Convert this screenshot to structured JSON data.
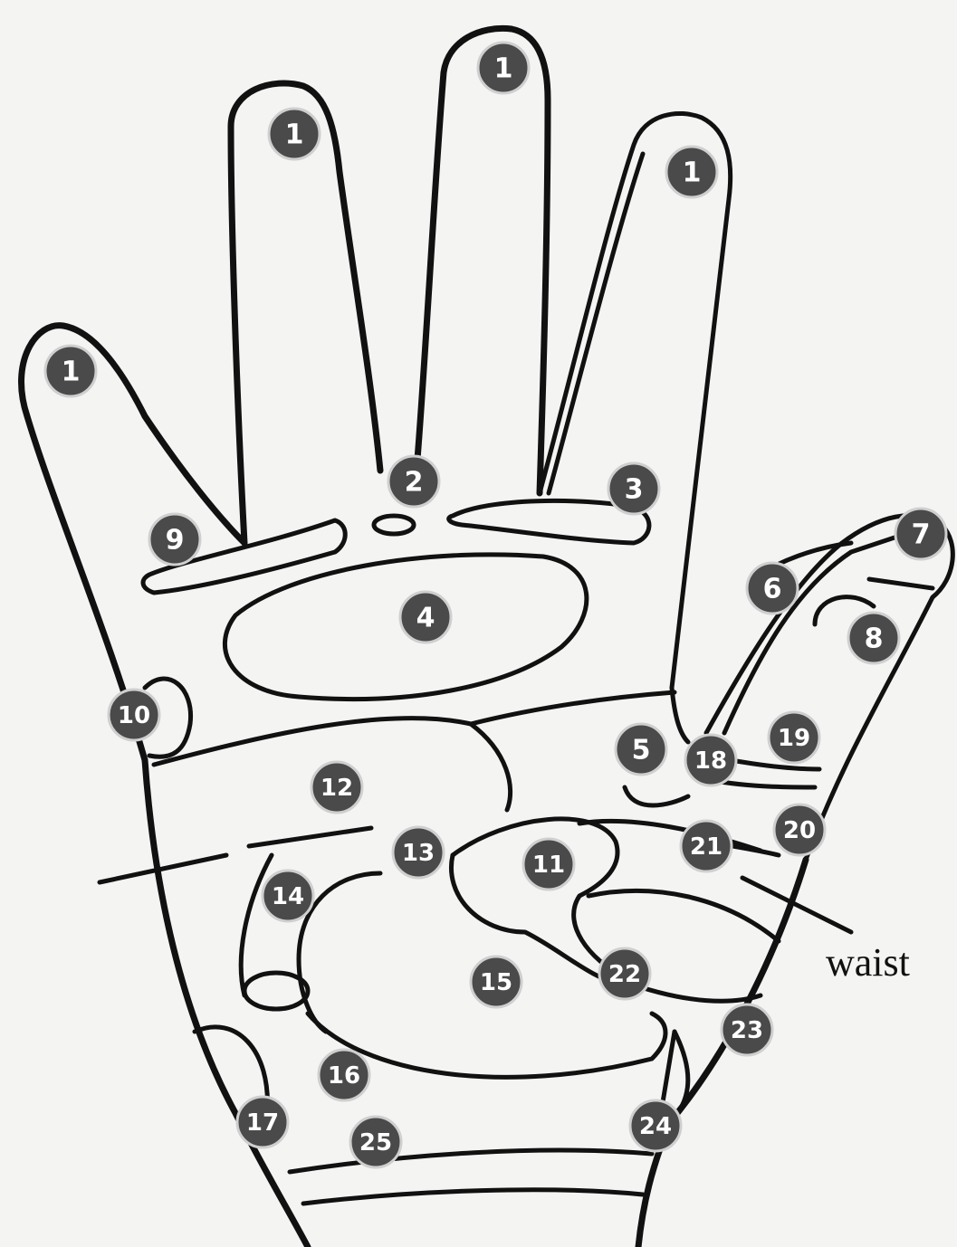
{
  "markers": [
    {
      "id": "index-tip",
      "label": "1"
    },
    {
      "id": "middle-tip",
      "label": "1"
    },
    {
      "id": "ring-tip",
      "label": "1"
    },
    {
      "id": "little-tip",
      "label": "1"
    },
    {
      "id": "pinky-side-tip",
      "label": "1"
    },
    {
      "id": "point-2",
      "label": "2"
    },
    {
      "id": "point-3",
      "label": "3"
    },
    {
      "id": "point-4",
      "label": "4"
    },
    {
      "id": "point-5",
      "label": "5"
    },
    {
      "id": "point-6",
      "label": "6"
    },
    {
      "id": "point-7",
      "label": "7"
    },
    {
      "id": "point-8",
      "label": "8"
    },
    {
      "id": "point-9",
      "label": "9"
    },
    {
      "id": "point-10",
      "label": "10"
    },
    {
      "id": "point-11",
      "label": "11"
    },
    {
      "id": "point-12",
      "label": "12"
    },
    {
      "id": "point-13",
      "label": "13"
    },
    {
      "id": "point-14",
      "label": "14"
    },
    {
      "id": "point-15",
      "label": "15"
    },
    {
      "id": "point-16",
      "label": "16"
    },
    {
      "id": "point-17",
      "label": "17"
    },
    {
      "id": "point-18",
      "label": "18"
    },
    {
      "id": "point-19",
      "label": "19"
    },
    {
      "id": "point-20",
      "label": "20"
    },
    {
      "id": "point-21",
      "label": "21"
    },
    {
      "id": "point-22",
      "label": "22"
    },
    {
      "id": "point-23",
      "label": "23"
    },
    {
      "id": "point-24",
      "label": "24"
    },
    {
      "id": "point-25",
      "label": "25"
    }
  ],
  "callout": {
    "waist": "waist"
  }
}
